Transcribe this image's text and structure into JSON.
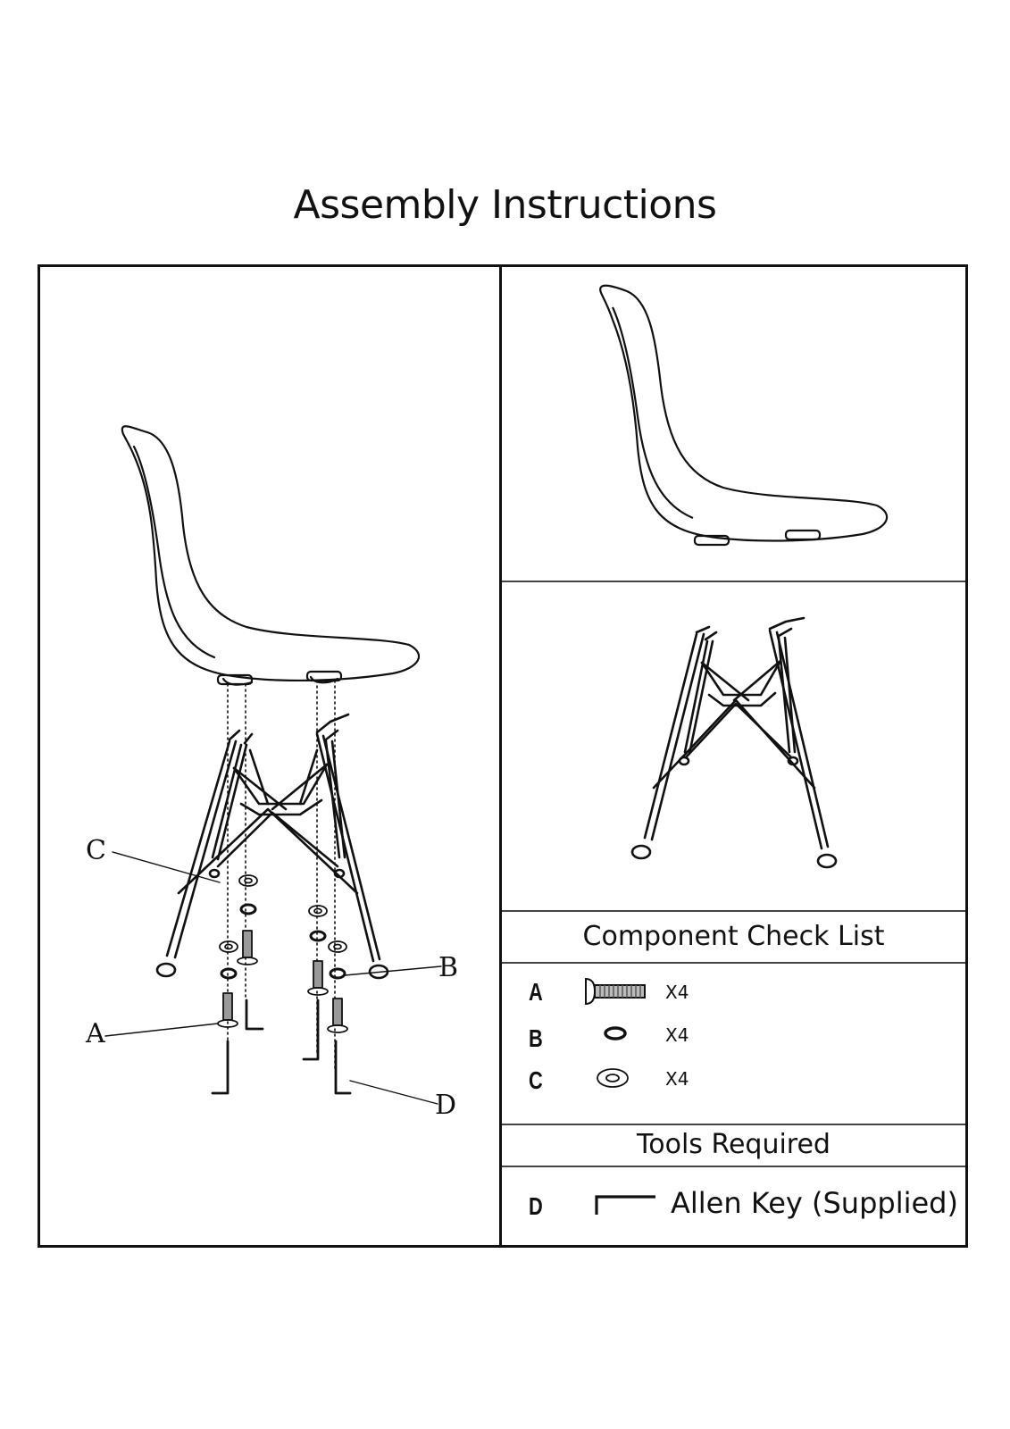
{
  "header": {
    "title": "Assembly Instructions"
  },
  "diagram": {
    "callouts": {
      "a": "A",
      "b": "B",
      "c": "C",
      "d": "D"
    }
  },
  "checklist": {
    "title": "Component  Check List",
    "items": [
      {
        "letter": "A",
        "part": "bolt-icon",
        "qty": "X4"
      },
      {
        "letter": "B",
        "part": "spring-washer-icon",
        "qty": "X4"
      },
      {
        "letter": "C",
        "part": "flat-washer-icon",
        "qty": "X4"
      }
    ]
  },
  "tools": {
    "title": "Tools Required",
    "items": [
      {
        "letter": "D",
        "part": "allen-key-icon",
        "label": "Allen Key (Supplied)"
      }
    ]
  },
  "colors": {
    "ink": "#111111",
    "background": "#ffffff"
  }
}
